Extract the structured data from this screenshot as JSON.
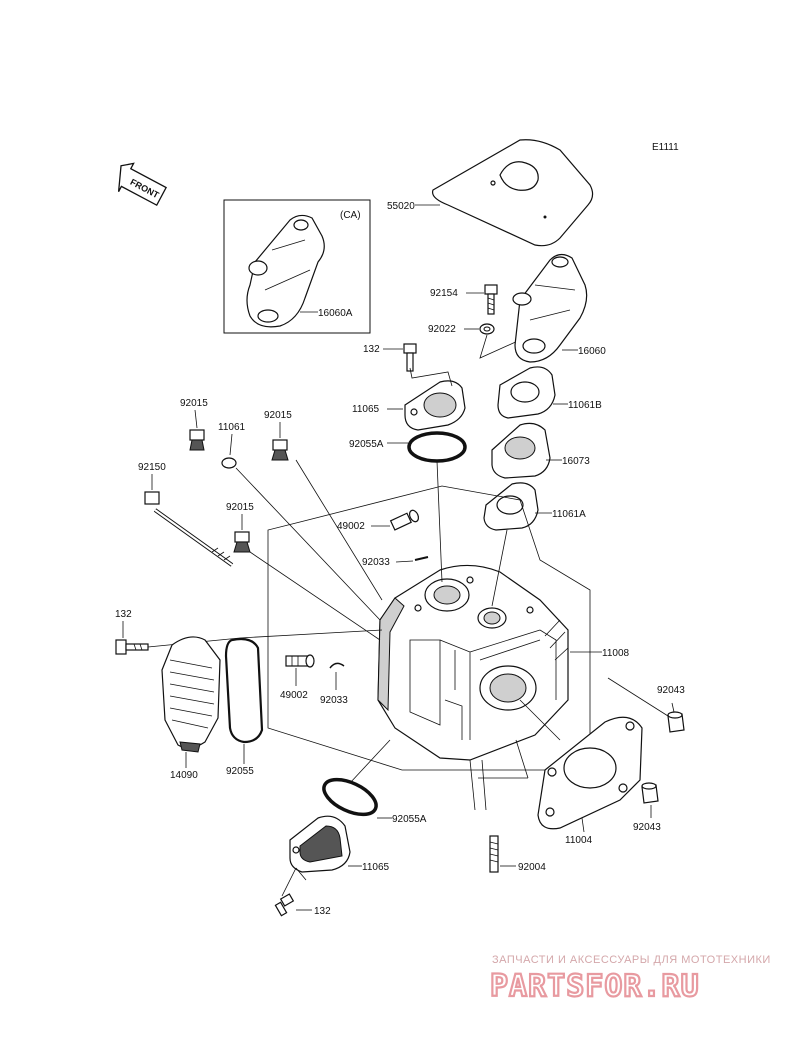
{
  "diagram_code": "E1111",
  "front_label": "FRONT",
  "variant_label": "(CA)",
  "parts": {
    "p55020": "55020",
    "p16060A": "16060A",
    "p92154": "92154",
    "p92022": "92022",
    "p16060": "16060",
    "p132a": "132",
    "p11065a": "11065",
    "p11061B": "11061B",
    "p92055A_a": "92055A",
    "p16073": "16073",
    "p92015a": "92015",
    "p11061": "11061",
    "p92015b": "92015",
    "p92150": "92150",
    "p11061A": "11061A",
    "p49002a": "49002",
    "p92015c": "92015",
    "p92033a": "92033",
    "p132b": "132",
    "p11008": "11008",
    "p49002b": "49002",
    "p92033b": "92033",
    "p92043a": "92043",
    "p14090": "14090",
    "p92055": "92055",
    "p11004": "11004",
    "p92043b": "92043",
    "p92055A_b": "92055A",
    "p11065b": "11065",
    "p92004": "92004",
    "p132c": "132"
  },
  "watermark": {
    "tagline": "ЗАПЧАСТИ И АКСЕССУАРЫ ДЛЯ МОТОТЕХНИКИ",
    "site": "PARTSFOR.RU"
  }
}
